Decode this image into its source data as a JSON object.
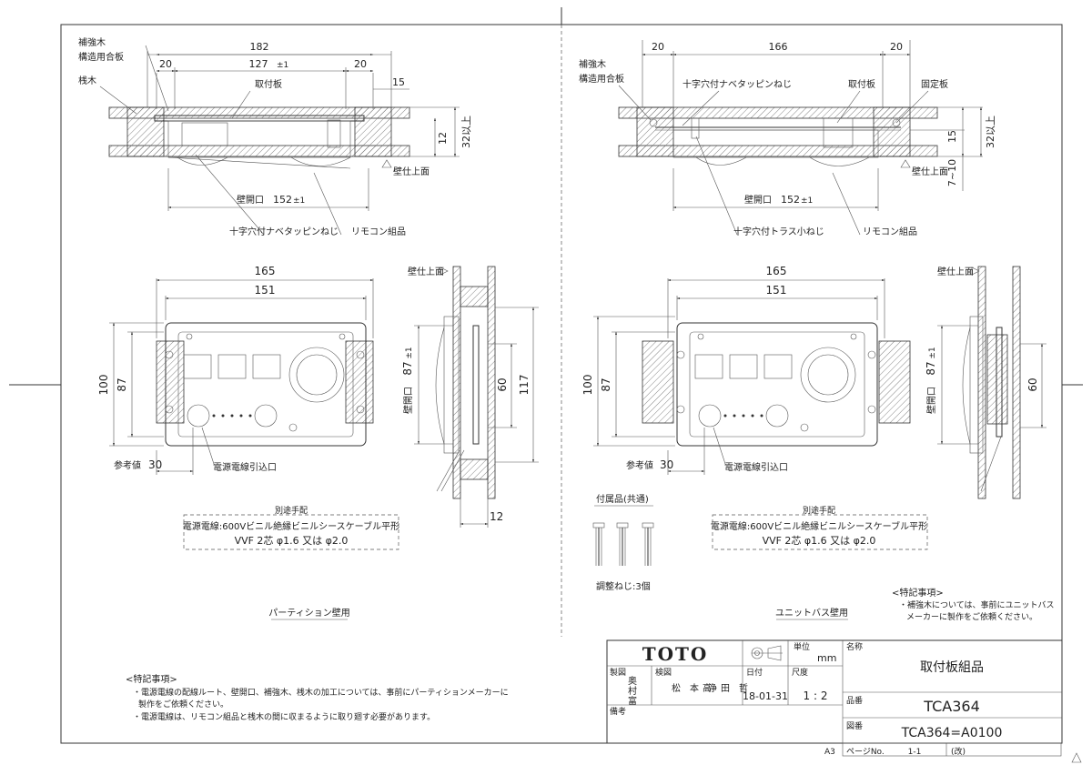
{
  "left": {
    "top_view": {
      "dim_overall": "182",
      "dim_inner": "127",
      "dim_inner_tol": "±1",
      "dim_side_l": "20",
      "dim_side_r": "20",
      "dim_15": "15",
      "dim_12": "12",
      "dim_32": "32以上",
      "label_reinforce": "補強木",
      "label_plywood": "構造用合板",
      "label_stud": "桟木",
      "label_plate": "取付板",
      "label_wall_surface": "壁仕上面",
      "label_opening": "壁開口",
      "dim_opening": "152",
      "dim_opening_tol": "±1",
      "label_screw": "十字穴付ナベタッピンねじ",
      "label_remote": "リモコン組品"
    },
    "front_view": {
      "dim_165": "165",
      "dim_151": "151",
      "dim_100": "100",
      "dim_87": "87",
      "dim_ref": "30",
      "label_ref": "参考値",
      "label_cable": "電源電線引込口"
    },
    "side_view": {
      "label_wall_surface": "壁仕上面",
      "label_opening": "壁開口",
      "dim_87": "87",
      "dim_87_tol": "±1",
      "dim_60": "60",
      "dim_117": "117",
      "dim_12": "12"
    },
    "procure": {
      "title": "別途手配",
      "line1": "電源電線:600Vビニル絶縁ビニルシースケーブル平形",
      "line2": "VVF 2芯 φ1.6 又は φ2.0"
    },
    "caption": "パーティション壁用"
  },
  "right": {
    "top_view": {
      "dim_20a": "20",
      "dim_166": "166",
      "dim_20b": "20",
      "label_reinforce": "補強木",
      "label_plywood": "構造用合板",
      "label_screw_top": "十字穴付ナベタッピンねじ",
      "label_plate": "取付板",
      "label_fixplate": "固定板",
      "dim_15": "15",
      "dim_32": "32以上",
      "dim_7_10": "7~10",
      "label_wall_surface": "壁仕上面",
      "label_opening": "壁開口",
      "dim_opening": "152",
      "dim_opening_tol": "±1",
      "label_screw_bottom": "十字穴付トラス小ねじ",
      "label_remote": "リモコン組品"
    },
    "front_view": {
      "dim_165": "165",
      "dim_151": "151",
      "dim_100": "100",
      "dim_87": "87",
      "dim_ref": "30",
      "label_ref": "参考値",
      "label_cable": "電源電線引込口"
    },
    "side_view": {
      "label_wall_surface": "壁仕上面",
      "label_opening": "壁開口",
      "dim_87": "87",
      "dim_87_tol": "±1",
      "dim_60": "60"
    },
    "accessories": {
      "title": "付属品(共通)",
      "label_screws": "調整ねじ:3個"
    },
    "procure": {
      "title": "別途手配",
      "line1": "電源電線:600Vビニル絶縁ビニルシースケーブル平形",
      "line2": "VVF 2芯 φ1.6 又は φ2.0"
    },
    "caption": "ユニットバス壁用",
    "notes": {
      "title": "<特記事項>",
      "line1": "・補強木については、事前にユニットバス",
      "line2": "メーカーに製作をご依頼ください。"
    }
  },
  "left_notes": {
    "title": "<特記事項>",
    "line1": "・電源電線の配線ルート、壁開口、補強木、桟木の加工については、事前にパーティションメーカーに",
    "line2": "製作をご依頼ください。",
    "line3": "・電源電線は、リモコン組品と桟木の間に収まるように取り廻す必要があります。"
  },
  "title_block": {
    "brand": "TOTO",
    "unit_label": "単位",
    "unit": "mm",
    "name_label": "名称",
    "name": "取付板組品",
    "drawn_label": "製図",
    "drawn_1": "奥",
    "drawn_2": "村",
    "drawn_3": "富",
    "checked_label": "検図",
    "checked_1": "松　本　浄",
    "checked_2": "高　田　哲",
    "date_label": "日付",
    "date": "18-01-31",
    "scale_label": "尺度",
    "scale": "1 : 2",
    "part_label": "品番",
    "part": "TCA364",
    "drawing_label": "図番",
    "drawing": "TCA364=A0100",
    "remarks_label": "備考",
    "paper": "A3",
    "page_label": "ページNo.",
    "page": "1-1",
    "rev_label": "(改)"
  }
}
